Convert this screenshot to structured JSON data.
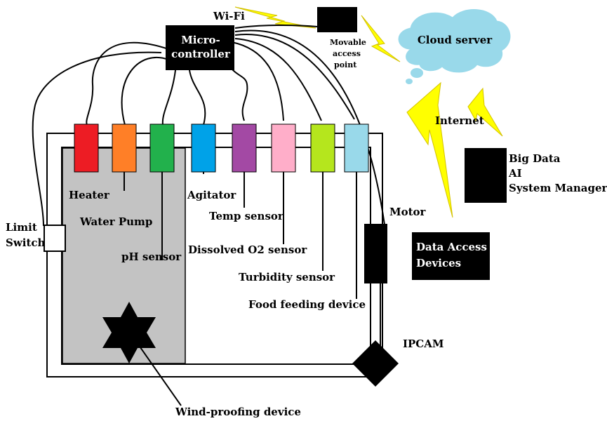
{
  "labels": {
    "wifi": "Wi-Fi",
    "microcontroller": [
      "Micro-",
      "controller"
    ],
    "access_point": [
      "Movable",
      "access",
      "point"
    ],
    "cloud": "Cloud server",
    "internet": "Internet",
    "bigdata": [
      "Big Data",
      "AI",
      "System Manager"
    ],
    "data_access": [
      "Data Access",
      "Devices"
    ],
    "motor": "Motor",
    "ipcam": "IPCAM",
    "limit_switch": [
      "Limit",
      "Switch"
    ],
    "wind_proofing": "Wind-proofing device"
  },
  "sensors": [
    {
      "label": "Heater",
      "color": "#ed1c24"
    },
    {
      "label": "Water Pump",
      "color": "#ff7f27"
    },
    {
      "label": "pH sensor",
      "color": "#22b14c"
    },
    {
      "label": "Agitator",
      "color": "#00a2e8"
    },
    {
      "label": "Temp sensor",
      "color": "#a349a4"
    },
    {
      "label": "Dissolved O2 sensor",
      "color": "#ffaec9"
    },
    {
      "label": "Turbidity sensor",
      "color": "#b5e61d"
    },
    {
      "label": "Food feeding device",
      "color": "#99d9ea"
    }
  ],
  "colors": {
    "lightning": "#ffff00",
    "cloud": "#99d9ea",
    "tank_water": "#c3c3c3",
    "boxes": "#000000"
  }
}
